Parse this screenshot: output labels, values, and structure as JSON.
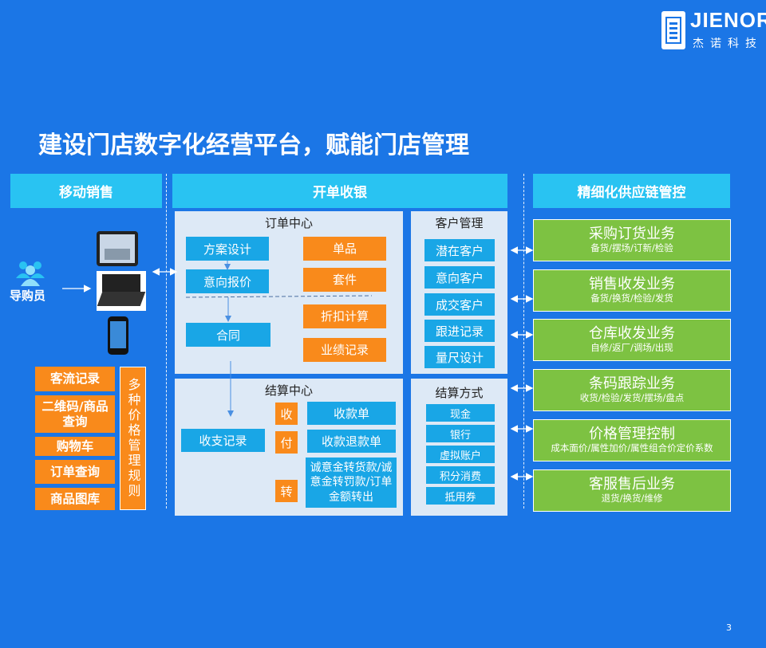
{
  "logo": {
    "brand": "JIENOR",
    "sub": "杰诺科技"
  },
  "title": "建设门店数字化经营平台，赋能门店管理",
  "headers": {
    "left": "移动销售",
    "middle": "开单收银",
    "right": "精细化供应链管控"
  },
  "left": {
    "person_label": "导购员",
    "orange_items": [
      "客流记录",
      "二维码/商品查询",
      "购物车",
      "订单查询",
      "商品图库"
    ],
    "rules": "多种价格管理规则"
  },
  "order_center": {
    "title": "订单中心",
    "blue": [
      "方案设计",
      "意向报价",
      "合同"
    ],
    "orange": [
      "单品",
      "套件",
      "折扣计算",
      "业绩记录"
    ]
  },
  "customer": {
    "title": "客户管理",
    "items": [
      "潜在客户",
      "意向客户",
      "成交客户",
      "跟进记录",
      "量尺设计"
    ]
  },
  "settlement": {
    "title": "结算中心",
    "record": "收支记录",
    "icons": [
      "收",
      "付",
      "转"
    ],
    "items": [
      "收款单",
      "收款退款单",
      "诚意金转货款/诚意金转罚款/订单金额转出"
    ]
  },
  "pay_methods": {
    "title": "结算方式",
    "items": [
      "现金",
      "银行",
      "虚拟账户",
      "积分消费",
      "抵用券"
    ]
  },
  "supply": [
    {
      "main": "采购订货业务",
      "sub": "备货/摆场/订新/检验"
    },
    {
      "main": "销售收发业务",
      "sub": "备货/换货/检验/发货"
    },
    {
      "main": "仓库收发业务",
      "sub": "自修/返厂/调场/出现"
    },
    {
      "main": "条码跟踪业务",
      "sub": "收货/检验/发货/摆场/盘点"
    },
    {
      "main": "价格管理控制",
      "sub": "成本面价/属性加价/属性组合价定价系数"
    },
    {
      "main": "客服售后业务",
      "sub": "退货/换货/维修"
    }
  ],
  "page_number": "3"
}
